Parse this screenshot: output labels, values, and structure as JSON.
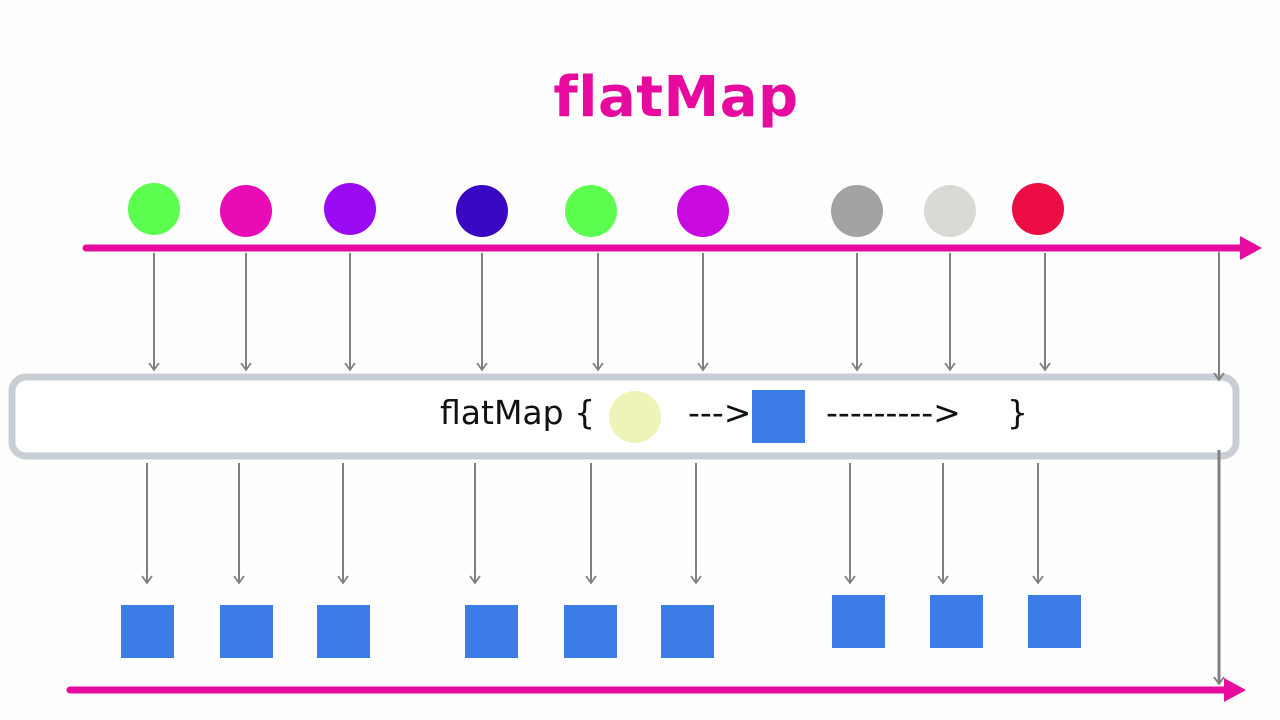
{
  "title": "flatMap",
  "operator": {
    "label": "flatMap {",
    "arrow_short": "--->",
    "arrow_long": "--------->",
    "close": "}"
  },
  "colors": {
    "accent": "#e60a9e",
    "arrow": "#808080",
    "box_border": "#c9ced4",
    "square": "#3c7ce6",
    "input_sample": "#eef4b8"
  },
  "input_items": [
    {
      "color": "#5cff4f"
    },
    {
      "color": "#e80bb6"
    },
    {
      "color": "#9a0af3"
    },
    {
      "color": "#3a07c2"
    },
    {
      "color": "#5cff4f"
    },
    {
      "color": "#c80ae0"
    },
    {
      "color": "#a3a3a1"
    },
    {
      "color": "#d9dad6"
    },
    {
      "color": "#ec0d45"
    }
  ],
  "output_count": 9
}
